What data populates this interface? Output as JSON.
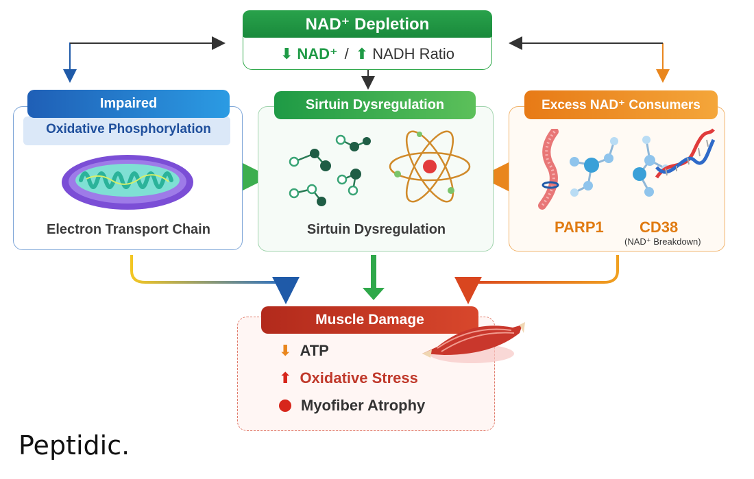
{
  "top": {
    "title": "NAD⁺ Depletion",
    "ratio_nad": "NAD⁺",
    "ratio_sep": "/",
    "ratio_nadh": "NADH Ratio"
  },
  "left": {
    "title": "Impaired",
    "subtitle": "Oxidative Phosphorylation",
    "caption": "Electron Transport Chain"
  },
  "center": {
    "title": "Sirtuin Dysregulation",
    "caption": "Sirtuin Dysregulation"
  },
  "right": {
    "title": "Excess NAD⁺ Consumers",
    "parp": "PARP1",
    "cd38": "CD38",
    "cd38_note": "(NAD⁺ Breakdown)"
  },
  "bottom": {
    "title": "Muscle Damage",
    "items": [
      "ATP",
      "Oxidative Stress",
      "Myofiber Atrophy"
    ]
  },
  "brand": "Peptidic.",
  "colors": {
    "green": "#1e9a45",
    "blue": "#1f6fbf",
    "orange": "#e9861d",
    "red": "#c0392b"
  },
  "icons": [
    "down-arrow-icon",
    "up-arrow-icon",
    "mitochondrion-icon",
    "molecule-network-icon",
    "atom-icon",
    "protein-strand-icon",
    "dna-helix-icon",
    "muscle-fiber-icon",
    "red-dot-icon"
  ]
}
